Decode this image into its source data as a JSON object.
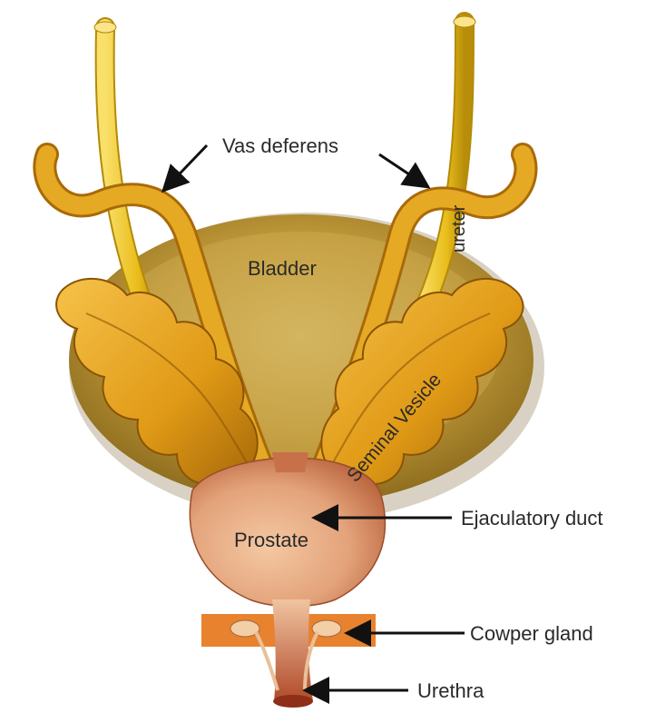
{
  "labels": {
    "vas_deferens": "Vas deferens",
    "ureter": "ureter",
    "bladder": "Bladder",
    "seminal_vesicle": "Seminal Vesicle",
    "ejaculatory_duct": "Ejaculatory duct",
    "prostate": "Prostate",
    "cowper_gland": "Cowper gland",
    "urethra": "Urethra"
  },
  "colors": {
    "bladder": "#c9a23a",
    "bladder_rim": "#ddd6c8",
    "vesicle": "#e3a41f",
    "vesicle_dark": "#a86a08",
    "ureter": "#f1cd2a",
    "prostate": "#e9b089",
    "prostate_dark": "#b85e38",
    "cowper_band": "#e8822e",
    "arrow": "#111111"
  }
}
